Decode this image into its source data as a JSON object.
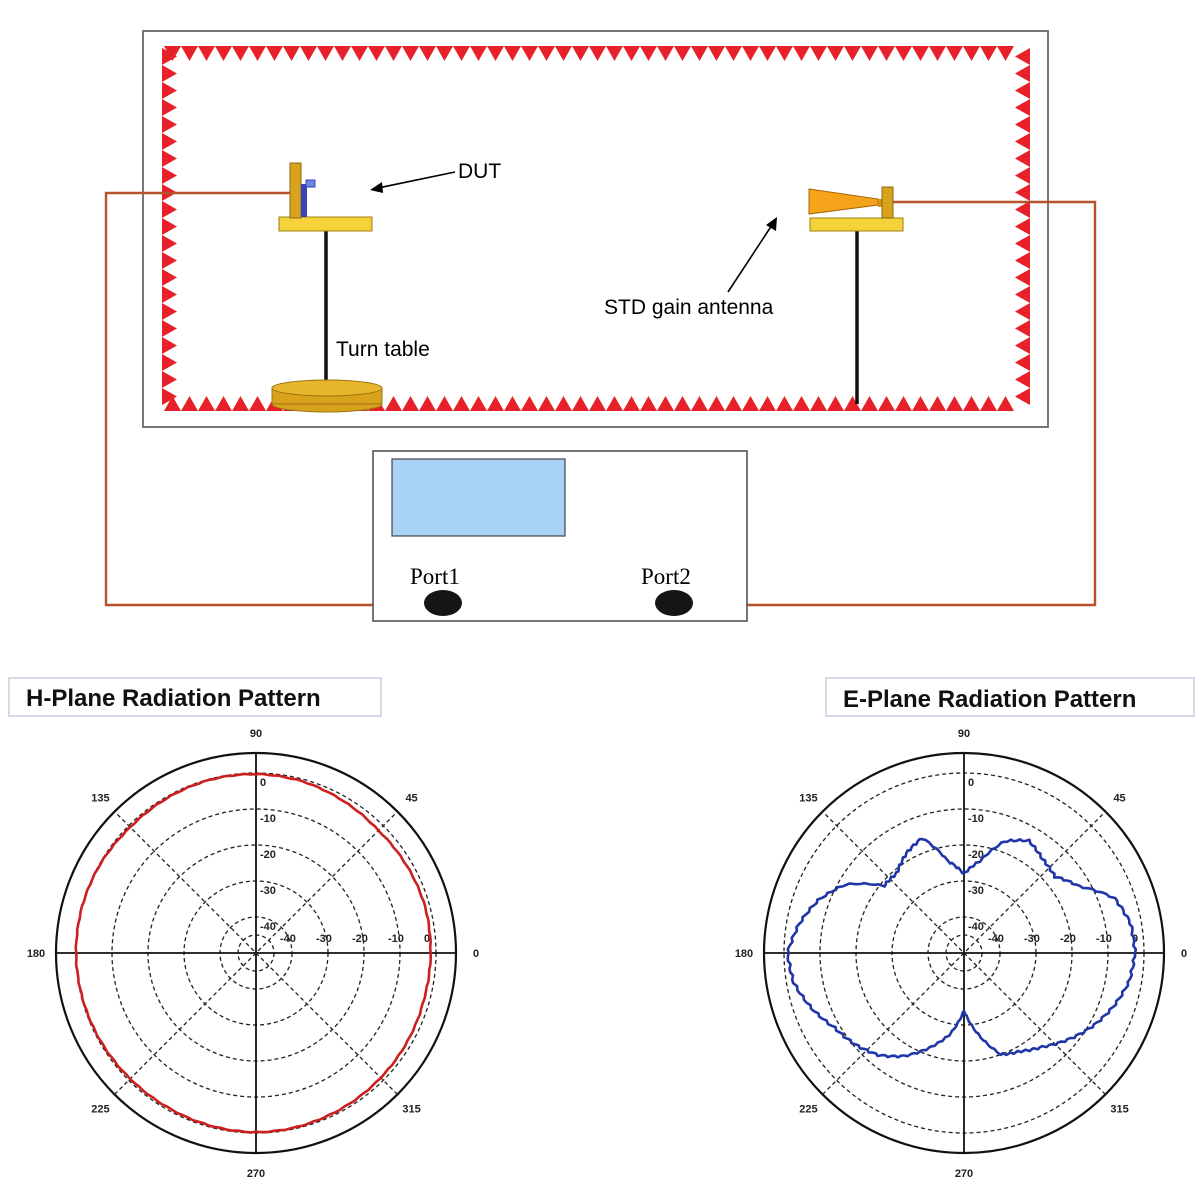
{
  "setup": {
    "dut_label": "DUT",
    "std_gain_label": "STD gain antenna",
    "turn_table_label": "Turn table",
    "port1_label": "Port1",
    "port2_label": "Port2",
    "colors": {
      "absorber": "#e8202a",
      "cable": "#b5532a",
      "mount": "#f5d23a",
      "turntable": "#d9a21c",
      "horn": "#f5a31a",
      "screen": "#a9d2f7",
      "dut_feed": "#3a43b8"
    }
  },
  "chart_data": [
    {
      "type": "polar",
      "title": "H-Plane Radiation Pattern",
      "angle_ticks": [
        "0",
        "45",
        "90",
        "135",
        "180",
        "225",
        "270",
        "315"
      ],
      "radial_ticks": [
        "0",
        "-10",
        "-20",
        "-30",
        "-40"
      ],
      "horizontal_radial_ticks": [
        "-40",
        "-30",
        "-20",
        "-10",
        "0"
      ],
      "rlim": [
        -50,
        0
      ],
      "color": "#cc1f1f",
      "series": [
        {
          "values_db": [
            [
              0,
              -1.5
            ],
            [
              15,
              -1.3
            ],
            [
              30,
              -1.6
            ],
            [
              45,
              -1.9
            ],
            [
              60,
              -1.3
            ],
            [
              75,
              -0.6
            ],
            [
              90,
              -0.3
            ],
            [
              105,
              -0.2
            ],
            [
              120,
              -0.4
            ],
            [
              135,
              -0.6
            ],
            [
              150,
              -0.2
            ],
            [
              165,
              0.0
            ],
            [
              180,
              0.0
            ],
            [
              195,
              -0.2
            ],
            [
              210,
              -0.4
            ],
            [
              225,
              -0.6
            ],
            [
              240,
              -0.6
            ],
            [
              255,
              -0.4
            ],
            [
              270,
              -0.2
            ],
            [
              285,
              -0.4
            ],
            [
              300,
              -0.7
            ],
            [
              315,
              -1.0
            ],
            [
              330,
              -1.3
            ],
            [
              345,
              -1.6
            ]
          ]
        }
      ]
    },
    {
      "type": "polar",
      "title": "E-Plane Radiation Pattern",
      "angle_ticks": [
        "0",
        "45",
        "90",
        "135",
        "180",
        "225",
        "270",
        "315"
      ],
      "radial_ticks": [
        "0",
        "-10",
        "-20",
        "-30",
        "-40"
      ],
      "horizontal_radial_ticks": [
        "-40",
        "-30",
        "-20",
        "-10",
        "0"
      ],
      "rlim": [
        -50,
        0
      ],
      "color": "#1f35a8",
      "series": [
        {
          "values_db": [
            [
              0,
              -2.5
            ],
            [
              10,
              -3.0
            ],
            [
              20,
              -5.5
            ],
            [
              30,
              -13.0
            ],
            [
              40,
              -17.0
            ],
            [
              50,
              -16.0
            ],
            [
              60,
              -14.0
            ],
            [
              70,
              -17.0
            ],
            [
              80,
              -24.0
            ],
            [
              90,
              -28.0
            ],
            [
              100,
              -24.0
            ],
            [
              110,
              -16.0
            ],
            [
              120,
              -18.0
            ],
            [
              130,
              -21.0
            ],
            [
              140,
              -21.0
            ],
            [
              150,
              -12.0
            ],
            [
              160,
              -7.0
            ],
            [
              170,
              -3.5
            ],
            [
              180,
              -1.0
            ],
            [
              190,
              -2.0
            ],
            [
              200,
              -5.0
            ],
            [
              210,
              -8.5
            ],
            [
              220,
              -10.5
            ],
            [
              230,
              -13.0
            ],
            [
              240,
              -17.0
            ],
            [
              250,
              -22.0
            ],
            [
              260,
              -27.0
            ],
            [
              270,
              -34.0
            ],
            [
              280,
              -27.0
            ],
            [
              290,
              -20.0
            ],
            [
              300,
              -18.5
            ],
            [
              310,
              -16.0
            ],
            [
              320,
              -12.5
            ],
            [
              330,
              -9.0
            ],
            [
              340,
              -6.0
            ],
            [
              350,
              -3.5
            ]
          ]
        }
      ]
    }
  ]
}
